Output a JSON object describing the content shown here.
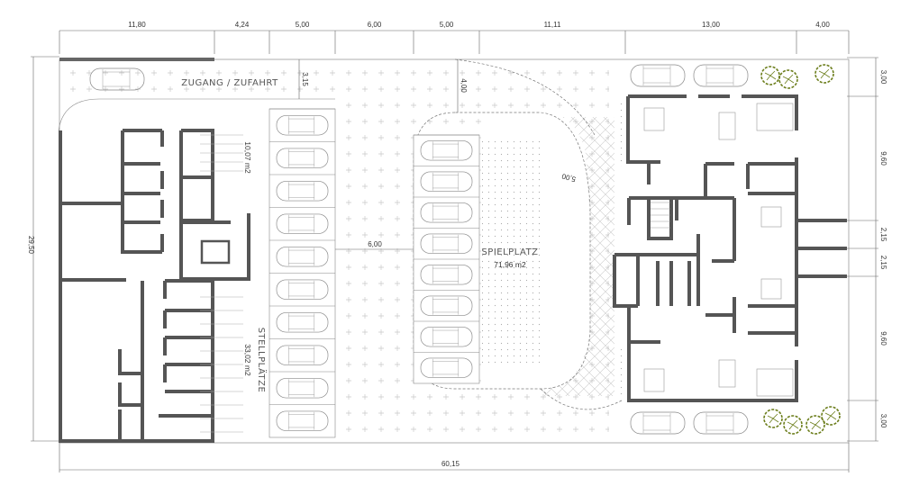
{
  "plan": {
    "top_dimensions": [
      "11,80",
      "4,24",
      "5,00",
      "6,00",
      "5,00",
      "11,11",
      "13,00",
      "4,00"
    ],
    "right_dimensions": [
      "3,00",
      "9,60",
      "2,15",
      "2,15",
      "9,60",
      "3,00"
    ],
    "left_dimension": "29,50",
    "bottom_dimension": "60,15",
    "labels": {
      "access": "ZUGANG / ZUFAHRT",
      "access_depth": "3,15",
      "arc_radius_top": "4,00",
      "arc_radius_right": "5,00",
      "aisle_width": "6,00",
      "playground": "SPIELPLATZ",
      "playground_area": "71,96 m2",
      "bike_area_top": "10,07 m2",
      "bike_area_bottom": "33,02 m2",
      "parking": "STELLPLÄTZE"
    },
    "parking_spaces_left_column": 10,
    "parking_spaces_island": 8,
    "colors": {
      "walls": "#555555",
      "trees": "#6b7d1a",
      "lines": "#888888"
    }
  }
}
